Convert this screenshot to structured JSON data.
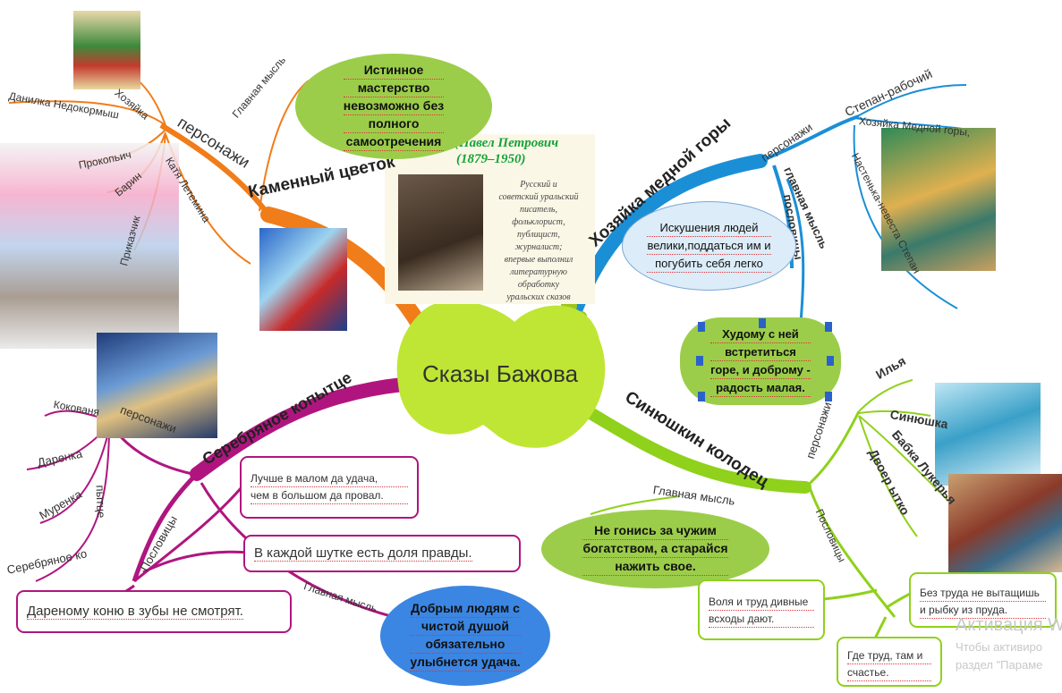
{
  "center": {
    "title": "Сказы Бажова"
  },
  "bio": {
    "name": "(Павел Петрович",
    "years": "(1879–1950)",
    "lines": [
      "Русский и",
      "советский уральский",
      "писатель,",
      "фольклорист,",
      "публицист,",
      "журналист;",
      "впервые выполнил",
      "литературную",
      "обработку",
      "уральских сказов"
    ]
  },
  "branches": {
    "kamenny": {
      "title": "Каменный цветок",
      "personazhi": "персонажи",
      "characters": [
        "Хозяйка",
        "Данилка Недокормыш",
        "Прокопьич",
        "Барин",
        "Приказчик",
        "Катя Летемина"
      ],
      "main_thought_label": "Главная мысль",
      "main_thought": [
        "Истинное",
        "мастерство",
        "невозможно без",
        "полного",
        "самоотречения"
      ]
    },
    "khozyaika": {
      "title": "Хозяйка медной горы",
      "personazhi": "персонажи",
      "characters": [
        "Степан-рабочий",
        "Хозяйка Медной горы,",
        "Настенька-невеста Степан"
      ],
      "main_thought_label": "главная мысль",
      "main_thought": [
        "Искушения людей",
        "велики,поддаться им и",
        "погубить себя легко"
      ],
      "proverbs_label": "пословицы",
      "proverb": [
        "Худому с ней",
        "встретиться",
        "горе, и доброму -",
        "радость малая."
      ]
    },
    "serebryanoe": {
      "title": "Серебряное копытце",
      "personazhi": "персонажи",
      "characters": [
        "Кокованя",
        "Даренка",
        "Муренка",
        "Серебряное ко",
        "пытце"
      ],
      "proverbs_label": "Пословицы",
      "proverbs": [
        [
          "Лучше в малом да удача,",
          "чем в большом да провал."
        ],
        [
          "В каждой шутке есть доля правды."
        ],
        [
          "Дареному коню в зубы не смотрят."
        ]
      ],
      "main_thought_label": "Главная мысль",
      "main_thought": [
        "Добрым людям с",
        "чистой душой",
        "обязательно",
        "улыбнется удача."
      ]
    },
    "sinyushkin": {
      "title": "Синюшкин колодец",
      "personazhi": "персонажи",
      "characters": [
        "Илья",
        "Синюшка",
        "Бабка Лукерья",
        "Двоер ытко"
      ],
      "main_thought_label": "Главная мысль",
      "main_thought": [
        "Не гонись за чужим",
        "богатством, а старайся",
        "нажить свое."
      ],
      "proverbs_label": "Пословицы",
      "proverbs": [
        [
          "Воля и труд дивные",
          "всходы дают."
        ],
        [
          "Без труда не вытащишь",
          "и рыбку из пруда."
        ],
        [
          "Где труд, там и",
          "счастье."
        ]
      ]
    }
  },
  "watermark": {
    "line1": "Активация W",
    "line2": "Чтобы активиро",
    "line3": "раздел \"Параме"
  },
  "colors": {
    "orange": "#f07d1a",
    "blue": "#1a8fd6",
    "magenta": "#b0157f",
    "green": "#8fd11b",
    "center": "#bfe634"
  }
}
